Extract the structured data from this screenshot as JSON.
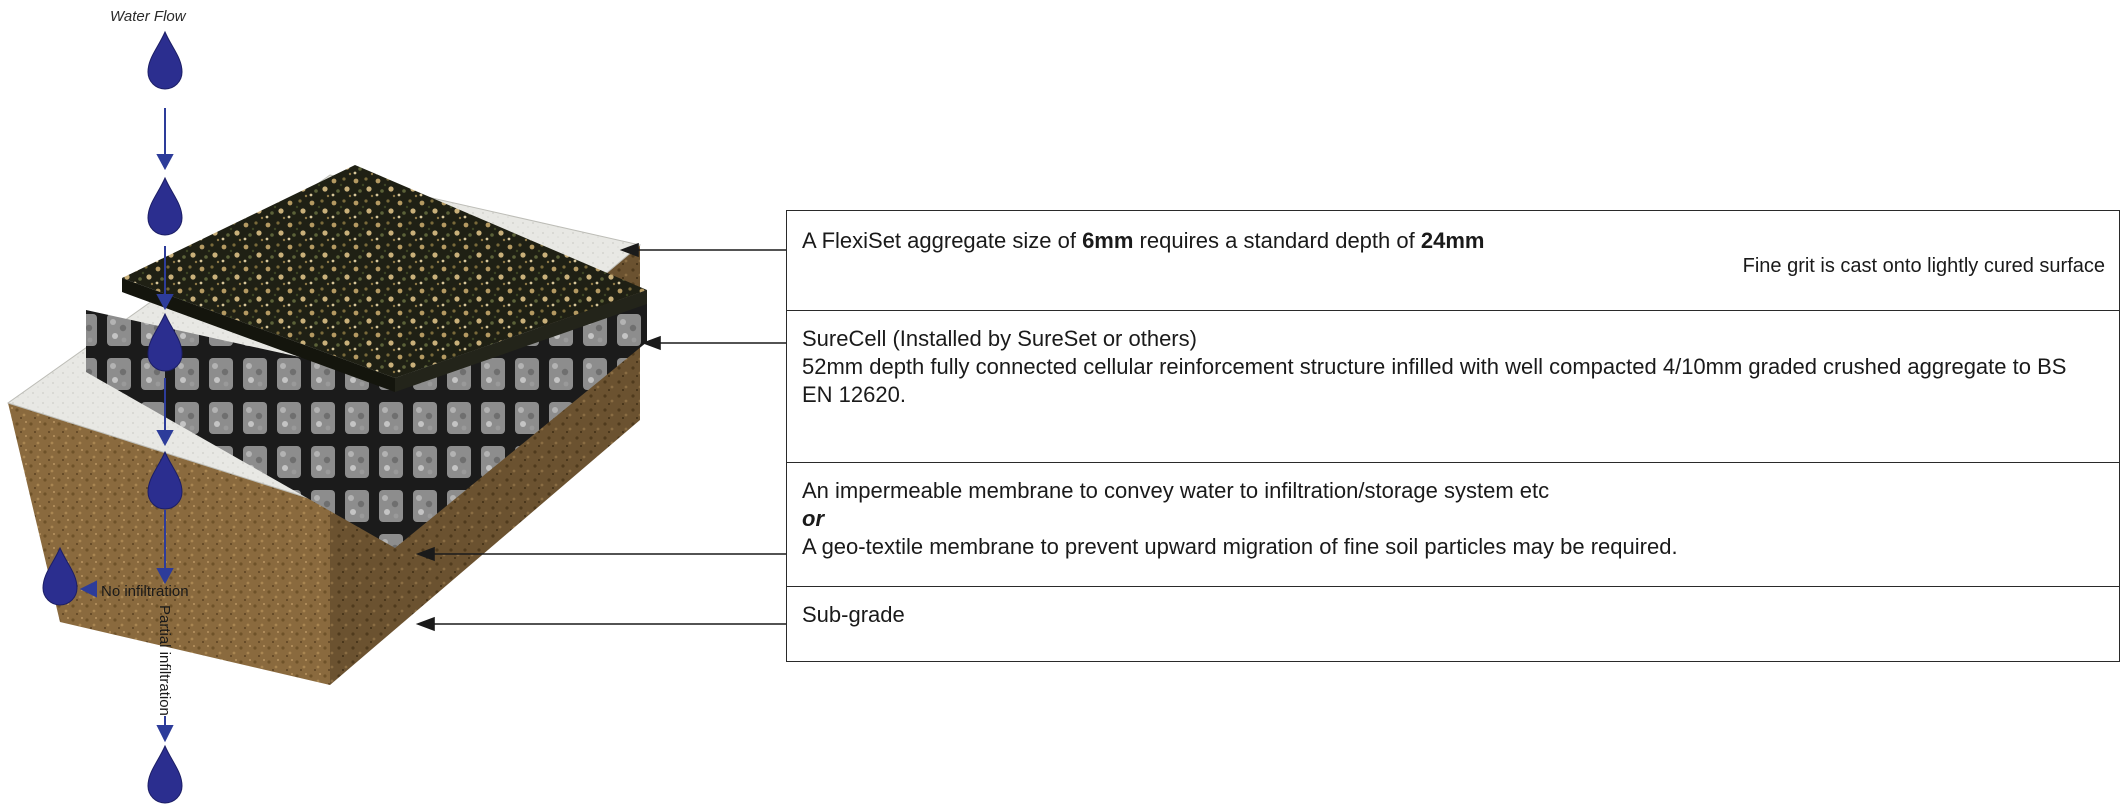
{
  "flow": {
    "water_flow": "Water Flow",
    "no_infiltration": "No infiltration",
    "partial_infiltration": "Partial infiltration"
  },
  "layers": {
    "flexiset": {
      "prefix": "A FlexiSet aggregate size of ",
      "size": "6mm",
      "middle": " requires a standard depth of ",
      "depth": "24mm",
      "note": "Fine grit is cast onto lightly cured surface"
    },
    "surecell": {
      "title": "SureCell (Installed by SureSet or others)",
      "description": "52mm depth fully connected cellular reinforcement structure infilled with well compacted 4/10mm graded crushed aggregate to BS EN 12620."
    },
    "membrane": {
      "option1": "An impermeable membrane to convey water to infiltration/storage system etc",
      "or": "or",
      "option2": "A geo-textile membrane to prevent upward migration of fine soil particles may be required."
    },
    "subgrade": {
      "label": "Sub-grade"
    }
  },
  "colors": {
    "water_drop": "#2b2e8f",
    "arrow": "#2d3c9a",
    "soil": "#8a6a3e",
    "membrane": "#e6e6e2",
    "resin_dark": "#1f2014",
    "resin_light": "#b59a62",
    "cell": "#1c1c1c"
  }
}
